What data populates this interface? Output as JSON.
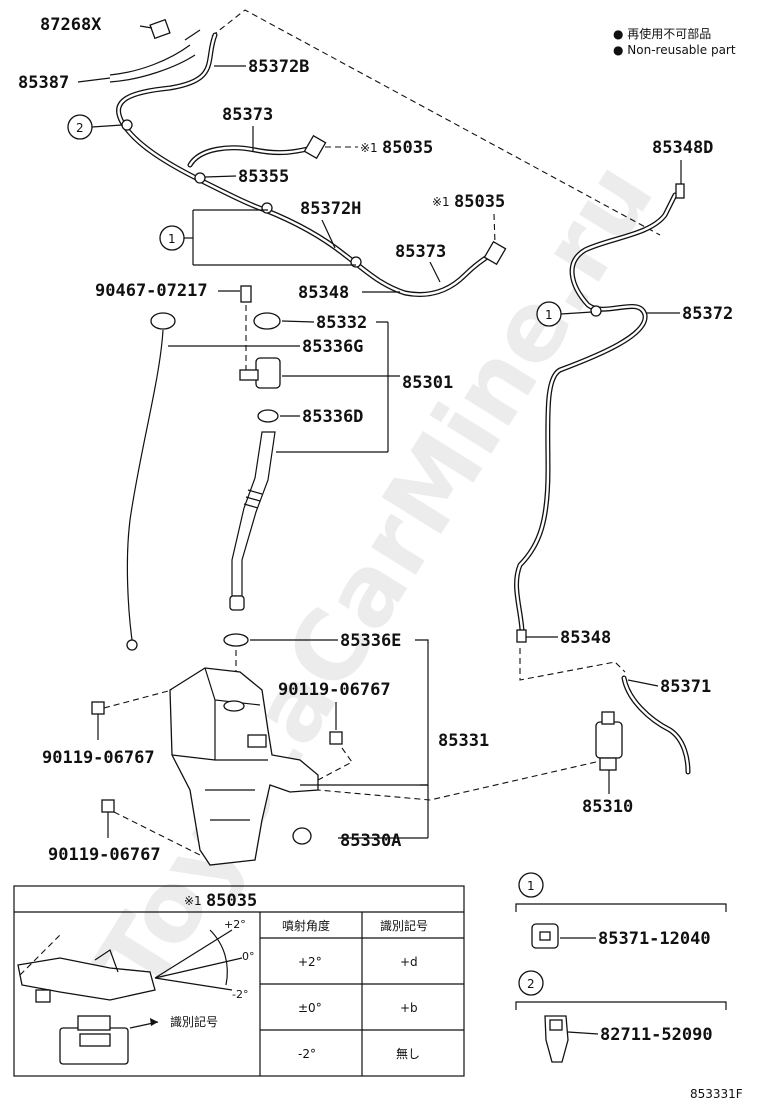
{
  "legend": {
    "line_ja": "● 再使用不可部品",
    "line_en": "● Non-reusable part"
  },
  "parts": {
    "p87268X": "87268X",
    "p85387": "85387",
    "p85372B": "85372B",
    "p85373_top": "85373",
    "p85035_a": "85035",
    "p85355": "85355",
    "p85372H": "85372H",
    "p85035_b": "85035",
    "p85373_mid": "85373",
    "p85348_mid": "85348",
    "p90467": "90467-07217",
    "p85332": "85332",
    "p85336G": "85336G",
    "p85301": "85301",
    "p85336D": "85336D",
    "p85348D": "85348D",
    "p85372": "85372",
    "p85348_low": "85348",
    "p85371": "85371",
    "p85336E": "85336E",
    "p90119_a": "90119-06767",
    "p90119_b": "90119-06767",
    "p90119_c": "90119-06767",
    "p85331": "85331",
    "p85310": "85310",
    "p85330A": "85330A"
  },
  "marks": {
    "ref1": "※1",
    "ref1_box": "※1",
    "circle1": "1",
    "circle2": "2",
    "nonreusable": "●"
  },
  "nozzle_table": {
    "title": "85035",
    "col_angle": "噴射角度",
    "col_mark": "識別記号",
    "rows": [
      {
        "angle": "+2°",
        "mark": "+d"
      },
      {
        "angle": "±0°",
        "mark": "+b"
      },
      {
        "angle": "-2°",
        "mark": "無し"
      }
    ],
    "angle_plus": "+2°",
    "angle_zero": "0°",
    "angle_minus": "-2°",
    "id_mark_label": "識別記号"
  },
  "clips": {
    "clip1_part": "85371-12040",
    "clip2_part": "82711-52090"
  },
  "footer": {
    "code": "853331F"
  },
  "watermark": "ToyotaCarMine.ru"
}
